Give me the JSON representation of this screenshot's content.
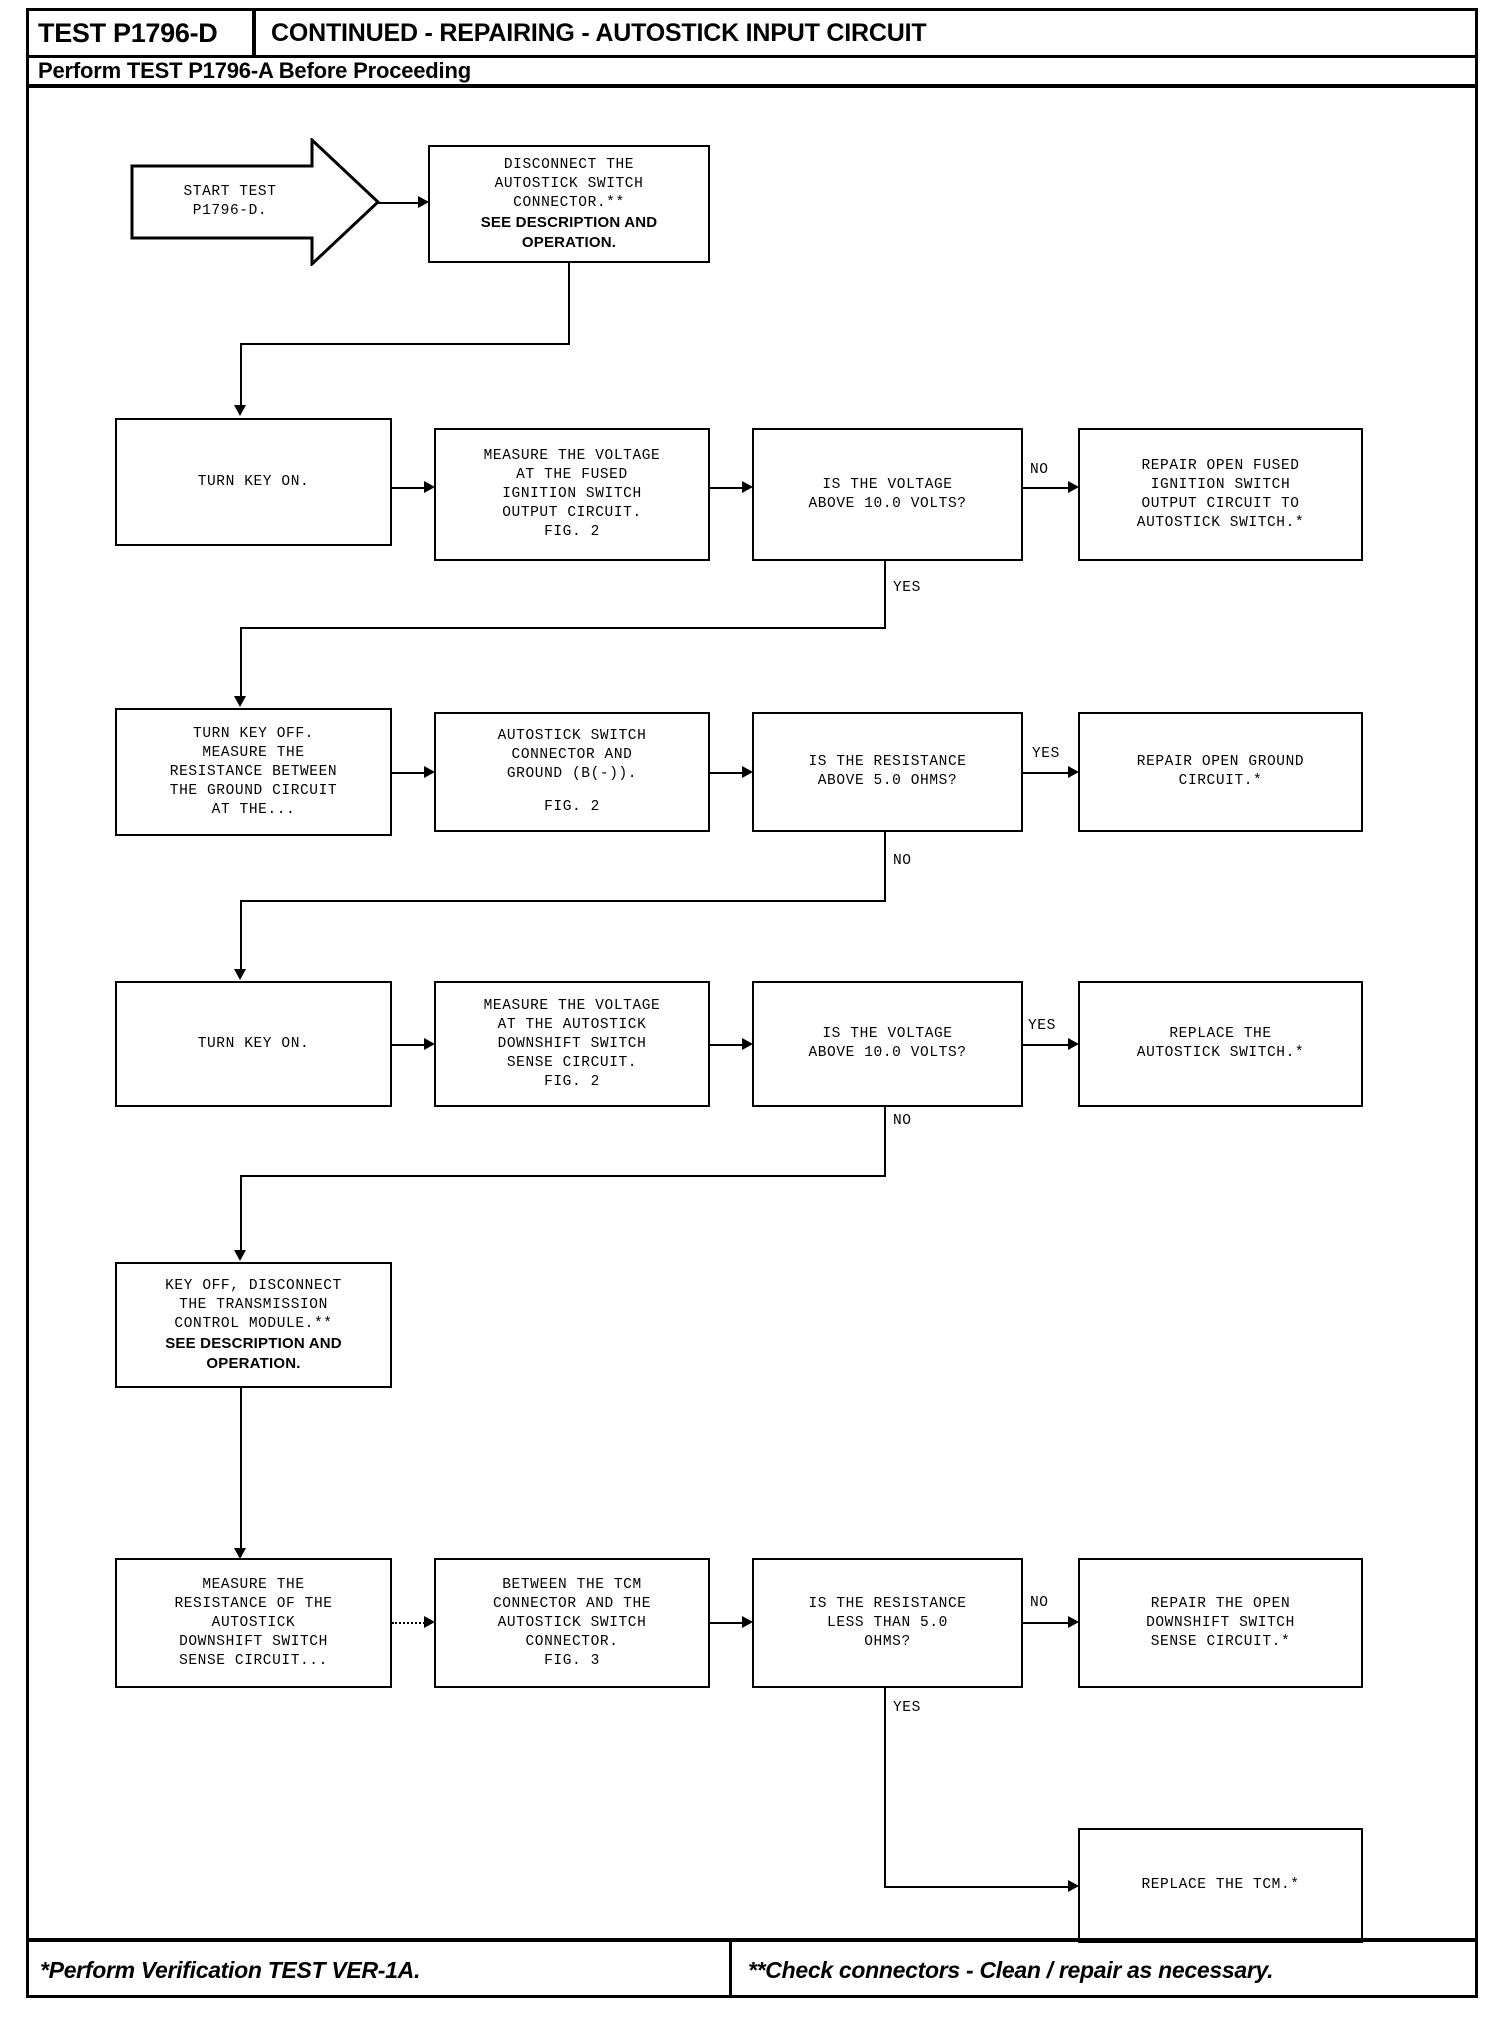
{
  "header": {
    "test_id": "TEST P1796-D",
    "title": "CONTINUED - REPAIRING - AUTOSTICK INPUT CIRCUIT",
    "subtitle": "Perform TEST P1796-A Before Proceeding"
  },
  "footer": {
    "left_note": "*Perform Verification TEST VER-1A.",
    "right_note": "**Check connectors - Clean / repair as necessary."
  },
  "flow": {
    "start": {
      "line1": "START TEST",
      "line2": "P1796-D."
    },
    "nodes": {
      "disconnect_autostick": {
        "mono": "DISCONNECT THE\nAUTOSTICK SWITCH\nCONNECTOR.**",
        "bold": "SEE DESCRIPTION AND\nOPERATION."
      },
      "turn_key_on_1": {
        "mono": "TURN KEY ON."
      },
      "measure_voltage_fused": {
        "mono": "MEASURE THE VOLTAGE\nAT THE FUSED\nIGNITION SWITCH\nOUTPUT CIRCUIT.\nFIG. 2"
      },
      "is_voltage_above_10_1": {
        "mono": "IS THE VOLTAGE\nABOVE 10.0 VOLTS?"
      },
      "repair_open_fused": {
        "mono": "REPAIR OPEN FUSED\nIGNITION SWITCH\nOUTPUT CIRCUIT TO\nAUTOSTICK SWITCH.*"
      },
      "turn_key_off_measure": {
        "mono": "TURN KEY OFF.\nMEASURE THE\nRESISTANCE BETWEEN\nTHE GROUND CIRCUIT\nAT THE..."
      },
      "autostick_connector_ground": {
        "mono": "AUTOSTICK SWITCH\nCONNECTOR AND\nGROUND (B(-)).",
        "mono2": "FIG. 2"
      },
      "is_resistance_above_5": {
        "mono": "IS THE RESISTANCE\nABOVE 5.0 OHMS?"
      },
      "repair_open_ground": {
        "mono": "REPAIR OPEN GROUND\nCIRCUIT.*"
      },
      "turn_key_on_2": {
        "mono": "TURN KEY ON."
      },
      "measure_voltage_downshift": {
        "mono": "MEASURE THE VOLTAGE\nAT THE AUTOSTICK\nDOWNSHIFT SWITCH\nSENSE CIRCUIT.\nFIG. 2"
      },
      "is_voltage_above_10_2": {
        "mono": "IS THE VOLTAGE\nABOVE 10.0 VOLTS?"
      },
      "replace_autostick_switch": {
        "mono": "REPLACE THE\nAUTOSTICK SWITCH.*"
      },
      "key_off_disconnect_tcm": {
        "mono": "KEY OFF, DISCONNECT\nTHE TRANSMISSION\nCONTROL MODULE.**",
        "bold": "SEE DESCRIPTION AND\nOPERATION."
      },
      "measure_resistance_downshift": {
        "mono": "MEASURE THE\nRESISTANCE OF THE\nAUTOSTICK\nDOWNSHIFT SWITCH\nSENSE CIRCUIT..."
      },
      "between_tcm_connector": {
        "mono": "BETWEEN THE TCM\nCONNECTOR AND THE\nAUTOSTICK SWITCH\nCONNECTOR.\nFIG. 3"
      },
      "is_resistance_less_5": {
        "mono": "IS THE RESISTANCE\nLESS THAN 5.0\nOHMS?"
      },
      "repair_open_downshift": {
        "mono": "REPAIR THE OPEN\nDOWNSHIFT SWITCH\nSENSE CIRCUIT.*"
      },
      "replace_tcm": {
        "mono": "REPLACE THE TCM.*"
      }
    },
    "edge_labels": {
      "no_1": "NO",
      "yes_1": "YES",
      "yes_2": "YES",
      "no_2": "NO",
      "yes_3": "YES",
      "no_3": "NO",
      "no_4": "NO",
      "yes_4": "YES"
    }
  }
}
